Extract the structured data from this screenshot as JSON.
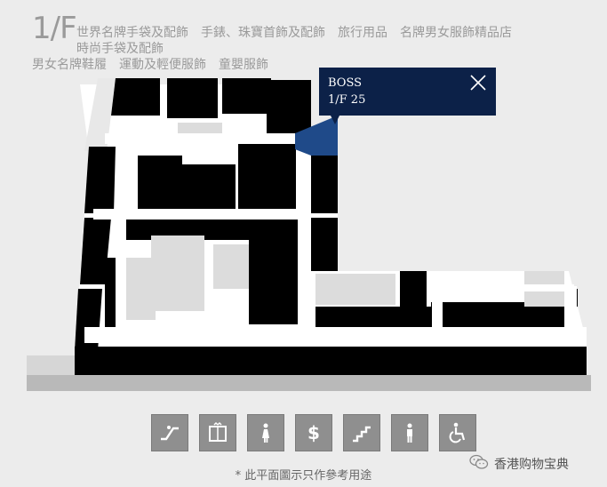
{
  "floor": {
    "title": "1/F"
  },
  "categories": [
    "世界名牌手袋及配飾",
    "手錶、珠寶首飾及配飾",
    "旅行用品",
    "名牌男女服飾精品店",
    "時尚手袋及配飾",
    "男女名牌鞋履",
    "運動及輕便服飾",
    "童嬰服飾"
  ],
  "tooltip": {
    "name": "BOSS",
    "location": "1/F 25",
    "close_icon": "close-icon"
  },
  "legend": [
    {
      "icon": "escalator-icon"
    },
    {
      "icon": "elevator-icon"
    },
    {
      "icon": "female-restroom-icon"
    },
    {
      "icon": "currency-exchange-icon"
    },
    {
      "icon": "stairs-icon"
    },
    {
      "icon": "male-restroom-icon"
    },
    {
      "icon": "accessible-icon"
    }
  ],
  "disclaimer": "* 此平面圖示只作參考用途",
  "watermark": {
    "text": "香港购物宝典",
    "icon": "wechat-icon"
  },
  "colors": {
    "highlight": "#0c2148",
    "store": "#000000",
    "corridor": "#ffffff",
    "legend_bg": "#8f8f8f"
  }
}
